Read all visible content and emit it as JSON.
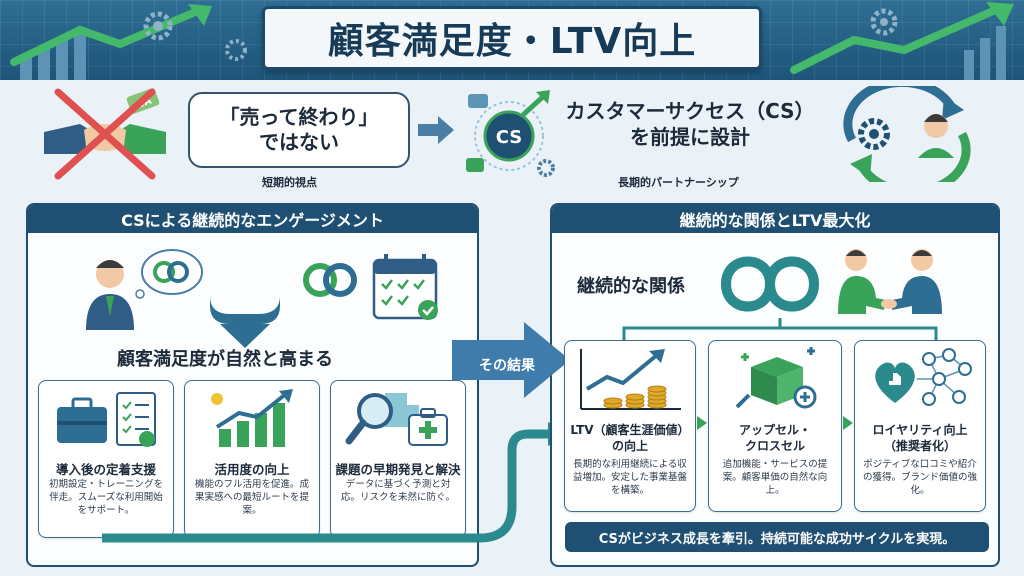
{
  "title": "顧客満足度・LTV向上",
  "top": {
    "bubble_line1": "「売って終わり」",
    "bubble_line2": "ではない",
    "short_term_caption": "短期的視点",
    "cs_emblem": "CS",
    "cs_line1": "カスタマーサクセス（CS）",
    "cs_line2": "を前提に設計",
    "long_term_caption": "長期的パートナーシップ",
    "tag_text": "SA"
  },
  "left_panel": {
    "header": "CSによる継続的なエンゲージメント",
    "satisfaction_label": "顧客満足度が自然と高まる",
    "cards": [
      {
        "title": "導入後の定着支援",
        "body": "初期設定・トレーニングを伴走。スムーズな利用開始をサポート。"
      },
      {
        "title": "活用度の向上",
        "body": "機能のフル活用を促進。成果実感への最短ルートを提案。"
      },
      {
        "title": "課題の早期発見と解決",
        "body": "データに基づく予測と対応。リスクを未然に防ぐ。"
      }
    ]
  },
  "result_label": "その結果",
  "right_panel": {
    "header": "継続的な関係とLTV最大化",
    "relationship_label": "継続的な関係",
    "cards": [
      {
        "title_line1": "LTV（顧客生涯価値）",
        "title_line2": "の向上",
        "body": "長期的な利用継続による収益増加。安定した事業基盤を構築。"
      },
      {
        "title_line1": "アップセル・",
        "title_line2": "クロスセル",
        "body": "追加機能・サービスの提案。顧客単価の自然な向上。"
      },
      {
        "title_line1": "ロイヤリティ向上",
        "title_line2": "（推奨者化）",
        "body": "ポジティブな口コミや紹介の獲得。ブランド価値の強化。"
      }
    ],
    "footer": "CSがビジネス成長を牽引。持続可能な成功サイクルを実現。"
  },
  "colors": {
    "navy": "#1f4f73",
    "green": "#3aa35a",
    "teal": "#2b8a8e",
    "gold": "#e0a92c",
    "red": "#e05050",
    "light_bg": "#eaf2f8"
  }
}
